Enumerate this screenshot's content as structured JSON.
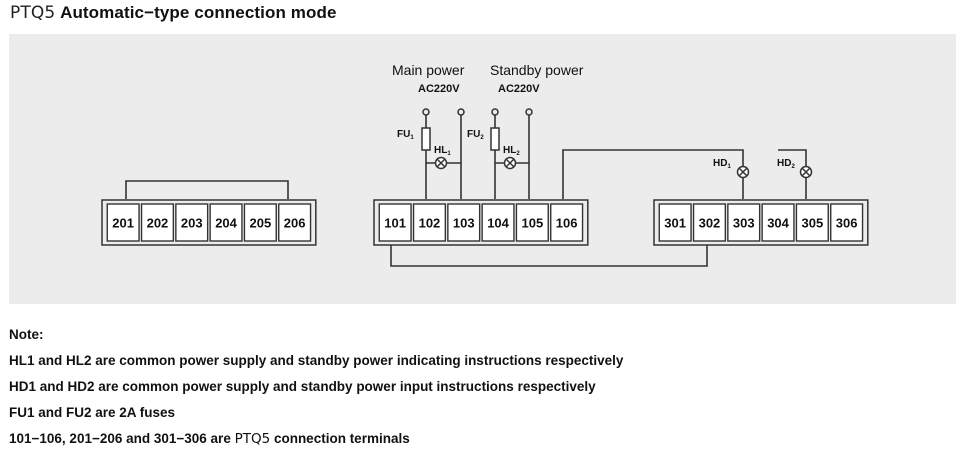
{
  "header": {
    "model": "PTQ5",
    "title": "Automatic−type connection mode"
  },
  "power": {
    "main_label": "Main power",
    "main_voltage": "AC220V",
    "standby_label": "Standby power",
    "standby_voltage": "AC220V"
  },
  "components": {
    "fu1": "FU",
    "fu1_sub": "1",
    "fu2": "FU",
    "fu2_sub": "2",
    "hl1": "HL",
    "hl1_sub": "1",
    "hl2": "HL",
    "hl2_sub": "2",
    "hd1": "HD",
    "hd1_sub": "1",
    "hd2": "HD",
    "hd2_sub": "2"
  },
  "terminals": {
    "group200": [
      "201",
      "202",
      "203",
      "204",
      "205",
      "206"
    ],
    "group100": [
      "101",
      "102",
      "103",
      "104",
      "105",
      "106"
    ],
    "group300": [
      "301",
      "302",
      "303",
      "304",
      "305",
      "306"
    ]
  },
  "notes": {
    "heading": "Note:",
    "line1": "HL1 and HL2 are common power supply and standby power indicating instructions respectively",
    "line2": "HD1 and HD2 are common power supply and standby power input instructions respectively",
    "line3": "FU1 and FU2 are 2A fuses",
    "line4_prefix": "101−106, 201−206 and 301−306 are ",
    "line4_model": "PTQ5",
    "line4_suffix": " connection terminals"
  },
  "colors": {
    "panel": "#ececec",
    "line": "#333333",
    "terminal_fill": "#ffffff"
  }
}
